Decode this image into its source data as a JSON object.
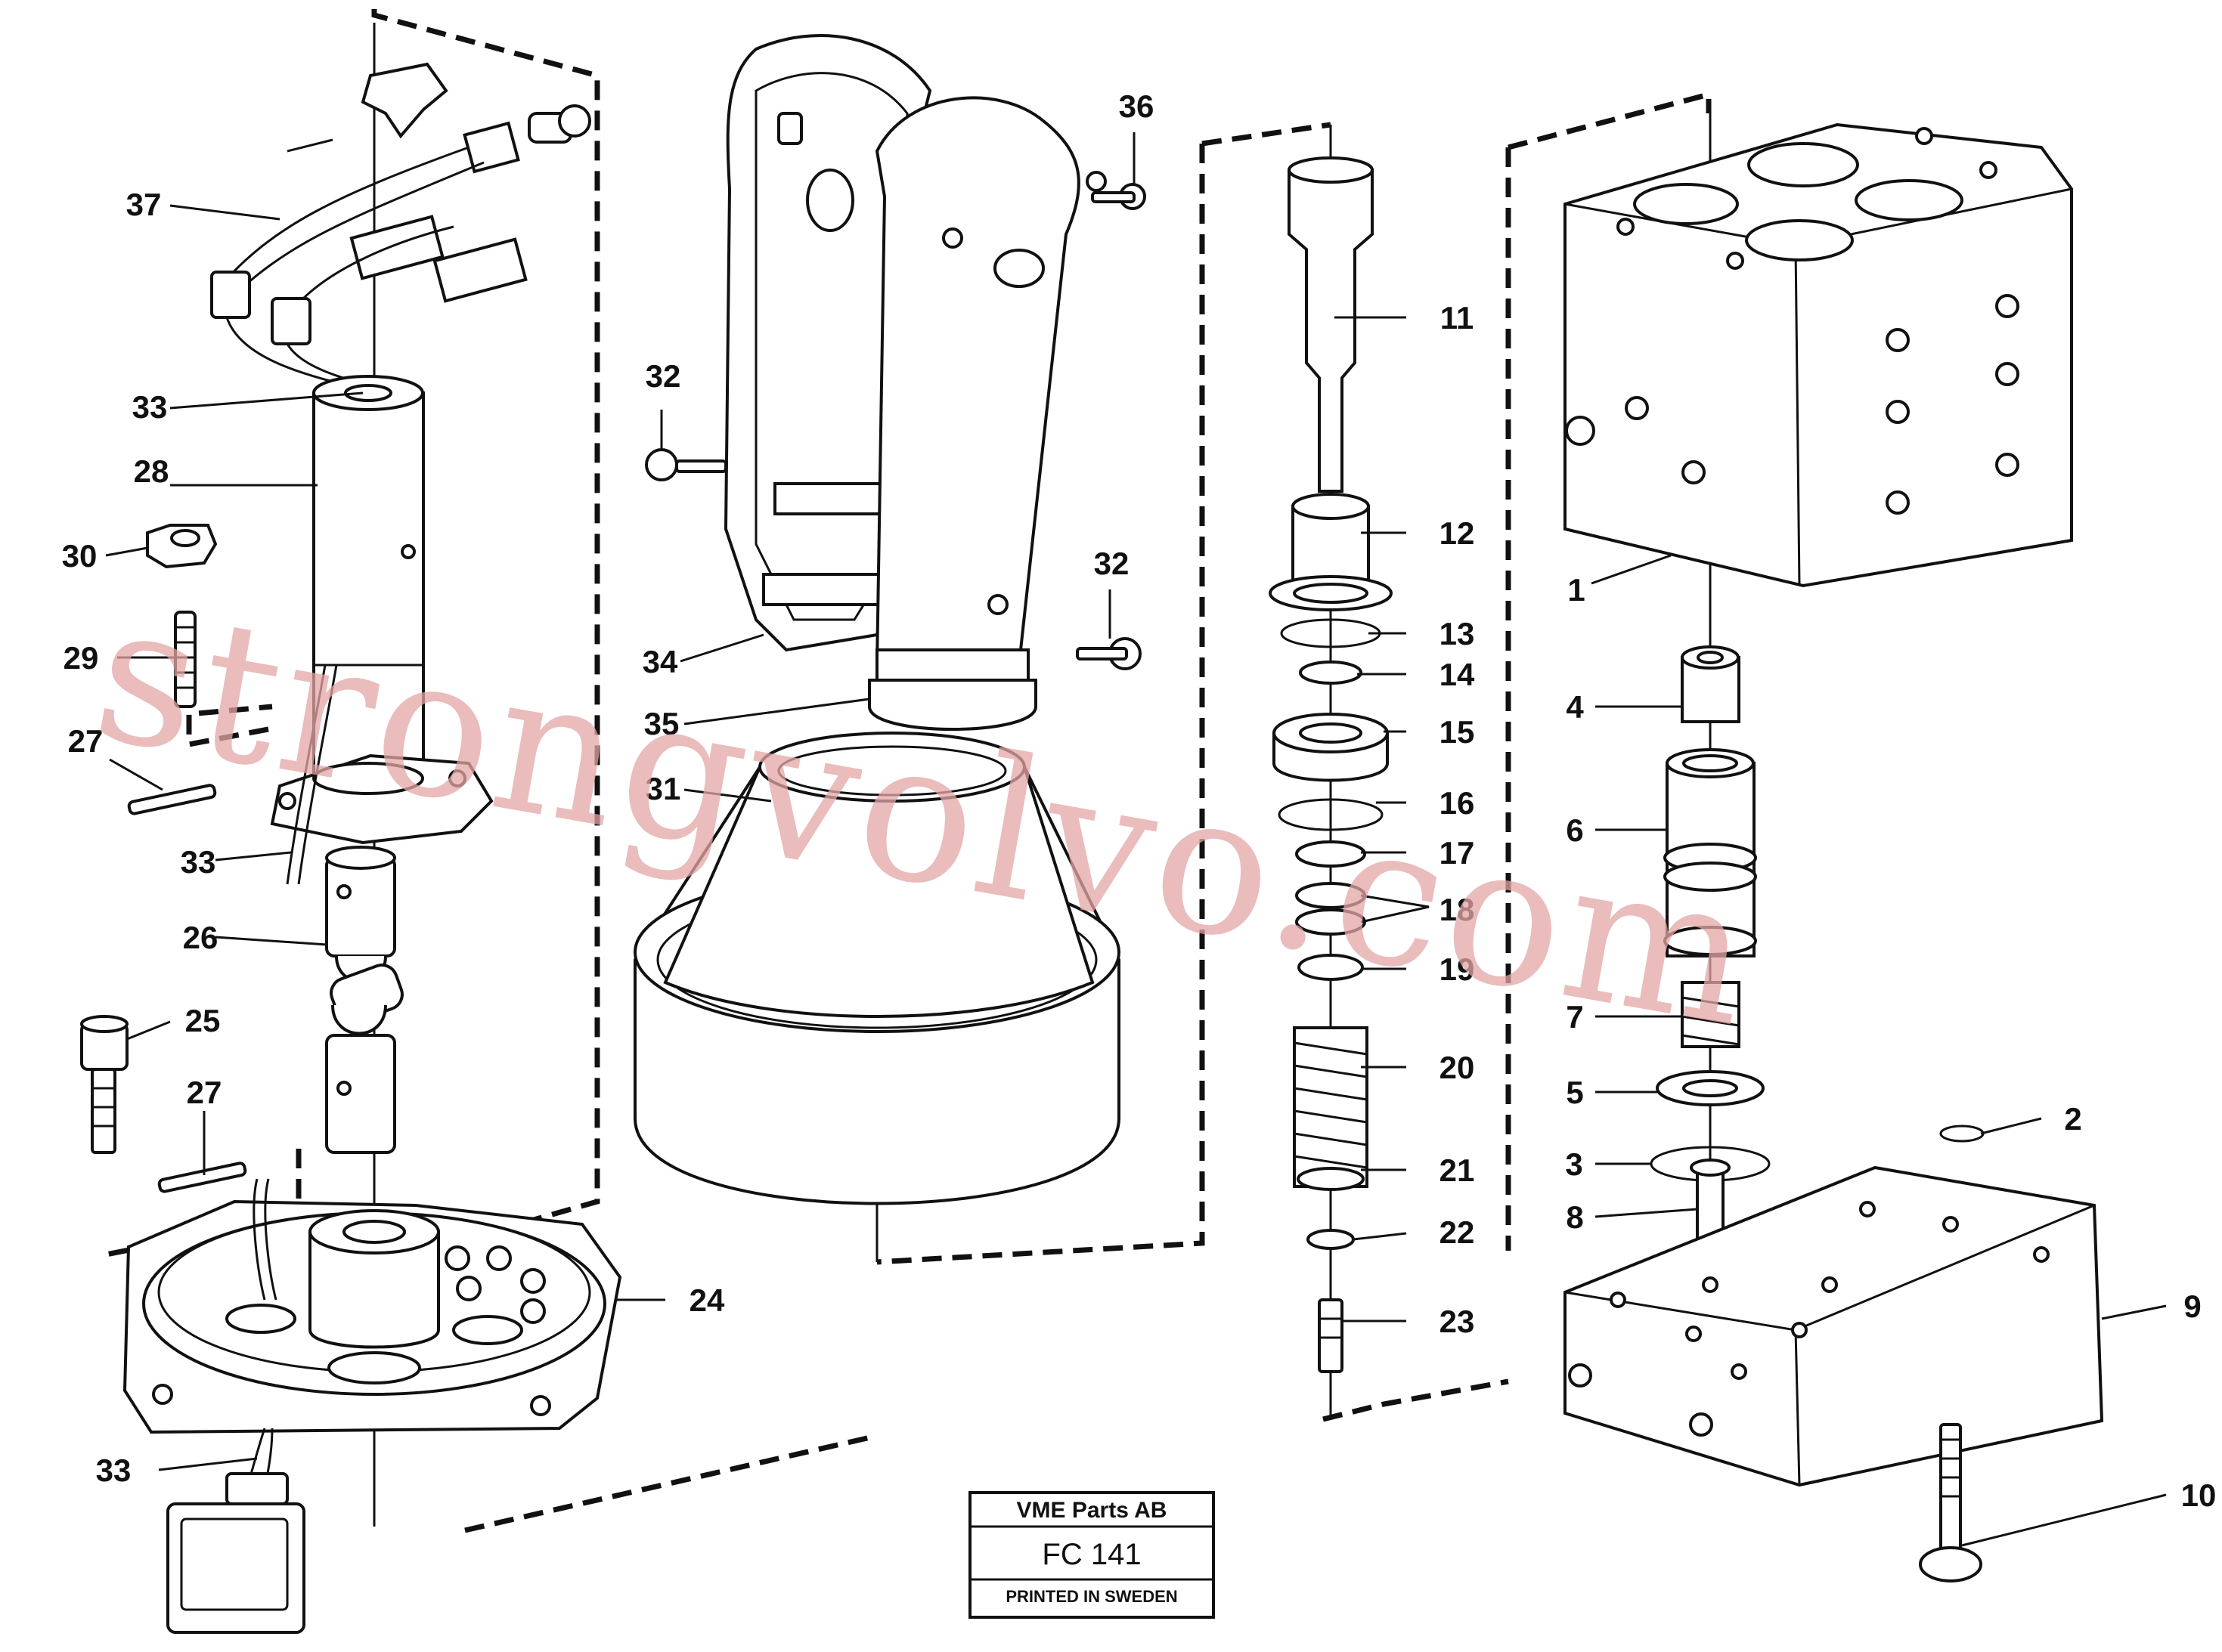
{
  "labels": {
    "p1": "1",
    "p2": "2",
    "p3": "3",
    "p4": "4",
    "p5": "5",
    "p6": "6",
    "p7": "7",
    "p8": "8",
    "p9": "9",
    "p10": "10",
    "p11": "11",
    "p12": "12",
    "p13": "13",
    "p14": "14",
    "p15": "15",
    "p16": "16",
    "p17": "17",
    "p18": "18",
    "p19": "19",
    "p20": "20",
    "p21": "21",
    "p22": "22",
    "p23": "23",
    "p24": "24",
    "p25": "25",
    "p26": "26",
    "p27": "27",
    "p28": "28",
    "p29": "29",
    "p30": "30",
    "p31": "31",
    "p32": "32",
    "p33": "33",
    "p34": "34",
    "p35": "35",
    "p36": "36",
    "p37": "37"
  },
  "title_block": {
    "company": "VME Parts AB",
    "code": "FC 141",
    "printed": "PRINTED IN SWEDEN"
  },
  "watermark": "strongvolvo.com"
}
